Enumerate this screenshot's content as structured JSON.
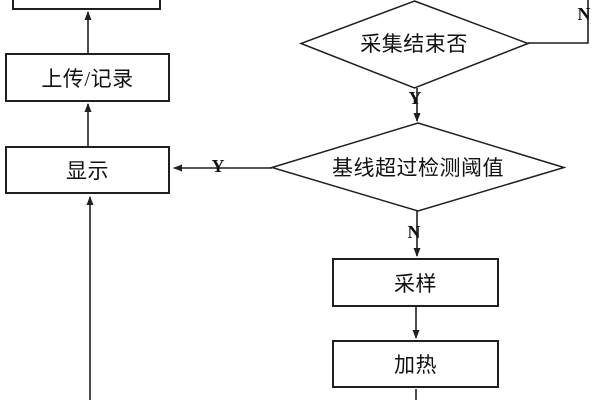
{
  "flowchart": {
    "background_color": "#ffffff",
    "line_color": "#1f1f1f",
    "boxes": {
      "top_partial": {
        "label": ""
      },
      "upload": {
        "label": "上传/记录"
      },
      "display": {
        "label": "显示"
      },
      "sample": {
        "label": "采样"
      },
      "heat": {
        "label": "加热"
      }
    },
    "decisions": {
      "collect_end": {
        "label": "采集结束否"
      },
      "baseline_threshold": {
        "label": "基线超过检测阈值"
      }
    },
    "edge_labels": {
      "collect_end_no": "N",
      "collect_end_yes": "Y",
      "baseline_yes": "Y",
      "baseline_no": "N"
    }
  }
}
